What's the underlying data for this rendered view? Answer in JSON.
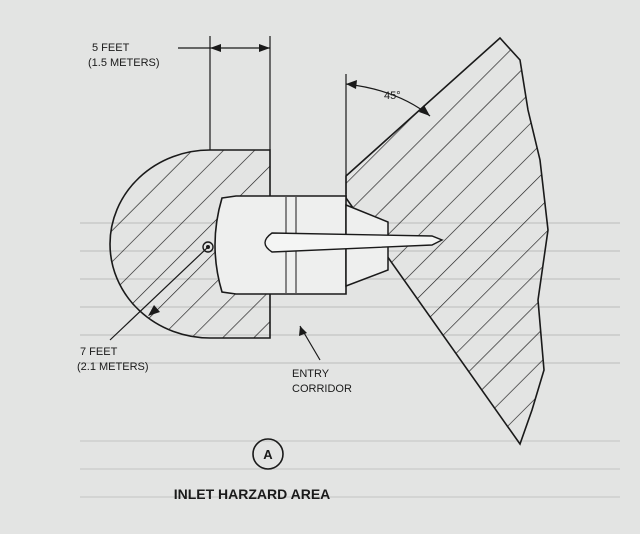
{
  "diagram": {
    "label_5ft_line1": "5 FEET",
    "label_5ft_line2": "(1.5 METERS)",
    "label_angle": "45°",
    "label_7ft_line1": "7 FEET",
    "label_7ft_line2": "(2.1 METERS)",
    "label_entry_line1": "ENTRY",
    "label_entry_line2": "CORRIDOR",
    "circle_letter": "A",
    "title": "INLET HARZARD AREA"
  },
  "colors": {
    "background": "#e3e4e3",
    "ink": "#1a1a1a",
    "engine_fill": "#eeefee"
  }
}
